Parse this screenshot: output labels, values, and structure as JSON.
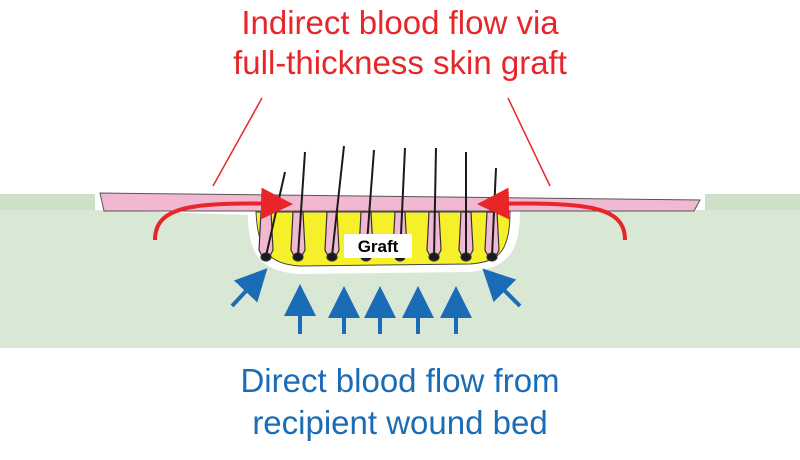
{
  "captions": {
    "indirect_line1": "Indirect blood flow via",
    "indirect_line2": "full-thickness skin graft",
    "direct_line1": "Direct blood flow from",
    "direct_line2": "recipient wound bed"
  },
  "labels": {
    "graft": "Graft"
  },
  "colors": {
    "indirect": "#e8262a",
    "direct": "#1b6cb6",
    "skin_background": "#d9e8d4",
    "epidermis": "#f2b8d2",
    "graft_fat": "#f5f02a",
    "hair": "#1a1a1a"
  }
}
